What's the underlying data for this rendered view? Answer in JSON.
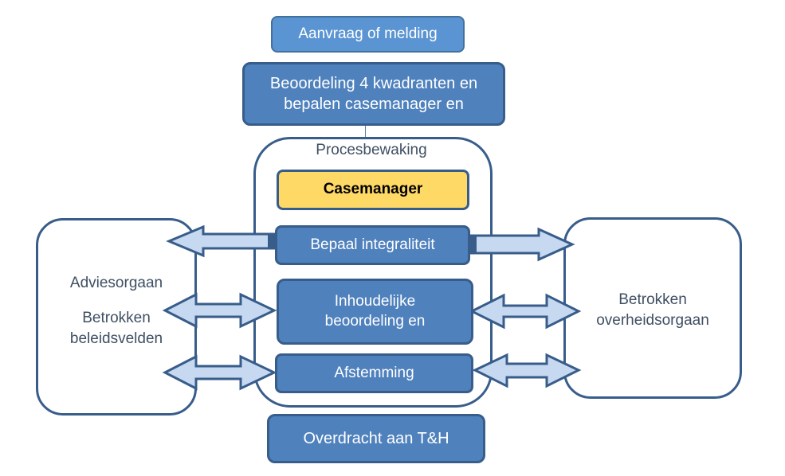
{
  "diagram": {
    "top_request": "Aanvraag of melding",
    "assessment": [
      "Beoordeling 4 kwadranten en",
      "bepalen casemanager en"
    ],
    "process_label": "Procesbewaking",
    "casemanager": "Casemanager",
    "integrality": "Bepaal integraliteit",
    "content_review": [
      "Inhoudelijke",
      "beoordeling en"
    ],
    "coordination": "Afstemming",
    "handover": "Overdracht aan T&H",
    "left_party": {
      "title": "Adviesorgaan",
      "lines": [
        "Betrokken",
        "beleidsvelden"
      ]
    },
    "right_party": {
      "lines": [
        "Betrokken",
        "overheidsorgaan"
      ]
    },
    "colors": {
      "dark_box": "#4f81bd",
      "dark_border": "#385d8a",
      "light_box": "#5a94d2",
      "casemanager_fill": "#ffd966",
      "arrow_fill": "#c6d9f1",
      "text_gray": "#3f4f63"
    }
  }
}
